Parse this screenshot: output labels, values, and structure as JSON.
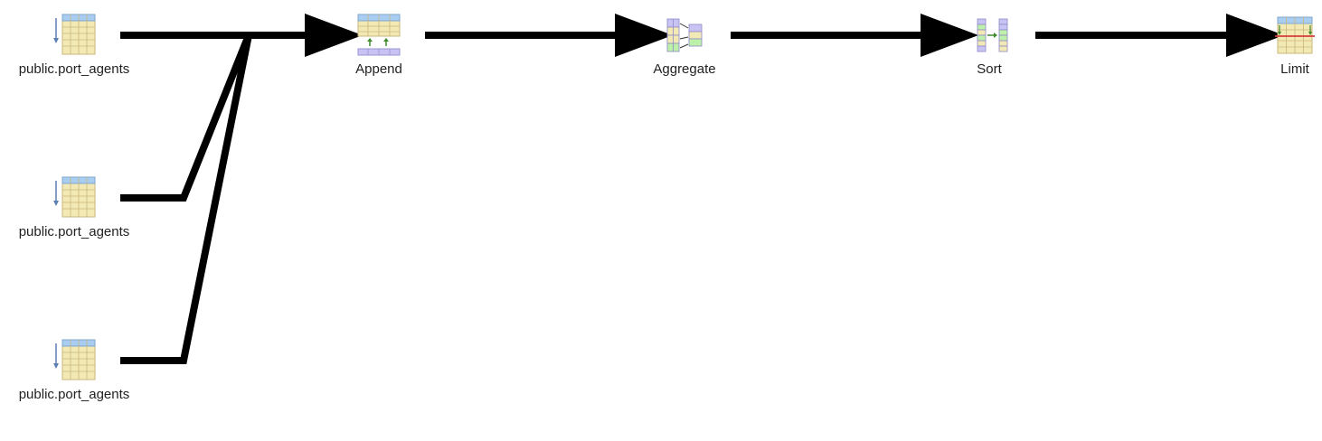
{
  "diagram": {
    "type": "query-plan",
    "nodes": [
      {
        "id": "scan1",
        "kind": "seq-scan",
        "label": "public.port_agents"
      },
      {
        "id": "scan2",
        "kind": "seq-scan",
        "label": "public.port_agents"
      },
      {
        "id": "scan3",
        "kind": "seq-scan",
        "label": "public.port_agents"
      },
      {
        "id": "append",
        "kind": "append",
        "label": "Append"
      },
      {
        "id": "aggregate",
        "kind": "aggregate",
        "label": "Aggregate"
      },
      {
        "id": "sort",
        "kind": "sort",
        "label": "Sort"
      },
      {
        "id": "limit",
        "kind": "limit",
        "label": "Limit"
      }
    ],
    "edges": [
      {
        "from": "scan1",
        "to": "append"
      },
      {
        "from": "scan2",
        "to": "append"
      },
      {
        "from": "scan3",
        "to": "append"
      },
      {
        "from": "append",
        "to": "aggregate"
      },
      {
        "from": "aggregate",
        "to": "sort"
      },
      {
        "from": "sort",
        "to": "limit"
      }
    ],
    "colors": {
      "table_fill": "#f3e9b5",
      "table_header": "#a9cdf0",
      "table_grid": "#c9b77a",
      "purple": "#c8c3f2",
      "green": "#bdf0a8",
      "edge": "#000000",
      "scan_arrow": "#5a7fb0",
      "limit_line": "#d63b3b"
    }
  }
}
